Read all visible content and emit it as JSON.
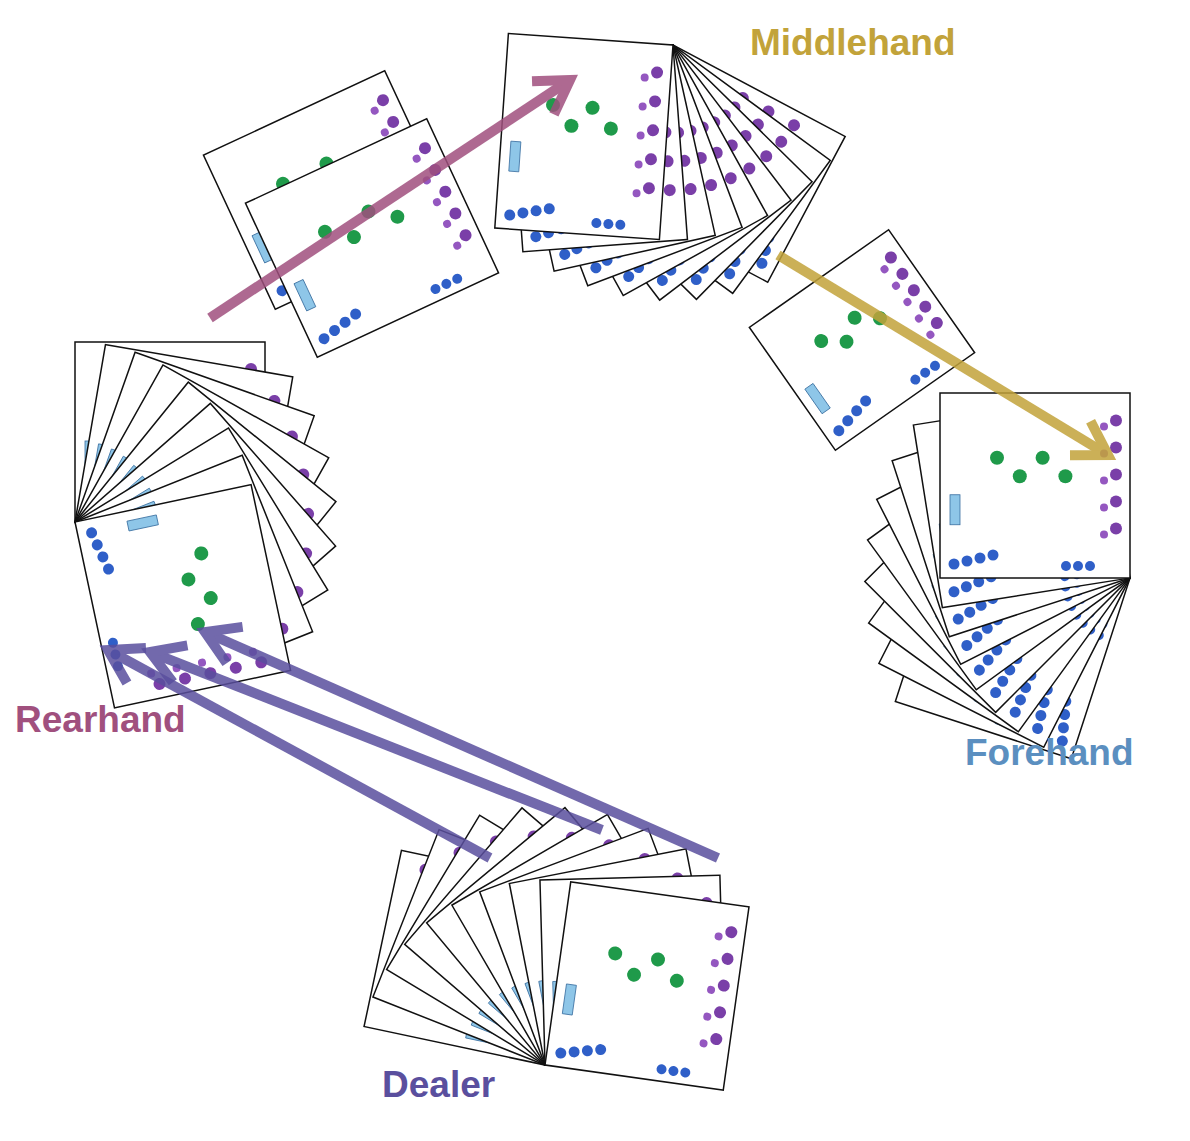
{
  "diagram": {
    "labels": [
      "Middlehand",
      "Forehand",
      "Rearhand",
      "Dealer"
    ]
  }
}
